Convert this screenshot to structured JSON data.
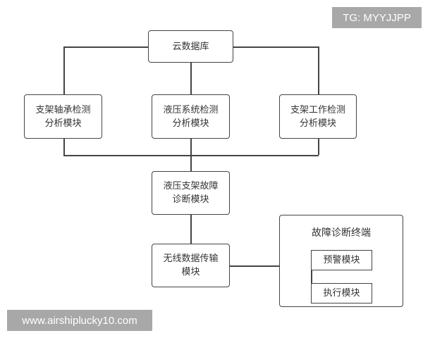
{
  "nodes": {
    "cloud_db": "云数据库",
    "bearing": [
      "支架轴承检测",
      "分析模块"
    ],
    "hydraulic": [
      "液压系统检测",
      "分析模块"
    ],
    "work": [
      "支架工作检测",
      "分析模块"
    ],
    "diagnosis": [
      "液压支架故障",
      "诊断模块"
    ],
    "wireless": [
      "无线数据传输",
      "模块"
    ],
    "terminal": {
      "title": "故障诊断终端",
      "warning": "预警模块",
      "execute": "执行模块"
    }
  },
  "watermarks": {
    "tg": "TG: MYYJJPP",
    "site": "www.airshiplucky10.com"
  }
}
